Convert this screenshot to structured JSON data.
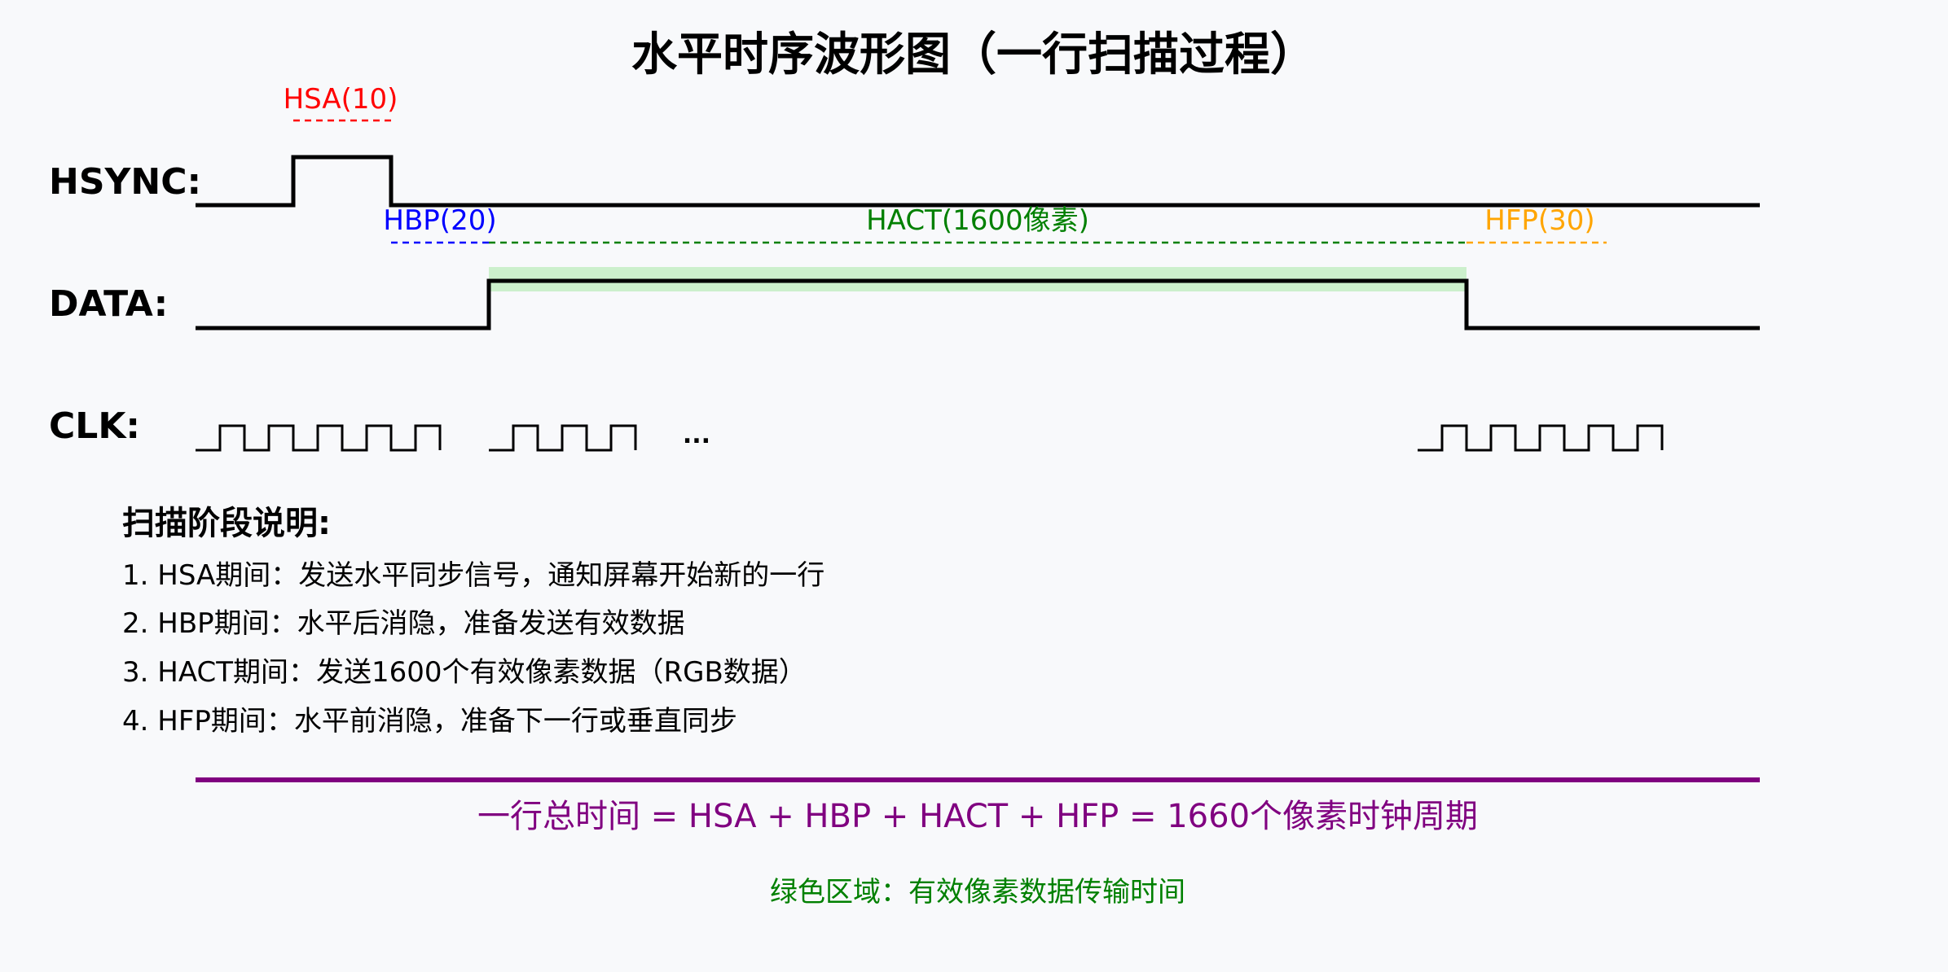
{
  "title": "水平时序波形图（一行扫描过程）",
  "signals": {
    "hsync": "HSYNC:",
    "data": "DATA:",
    "clk": "CLK:"
  },
  "segments": {
    "hsa": "HSA(10)",
    "hbp": "HBP(20)",
    "hact": "HACT(1600像素)",
    "hfp": "HFP(30)",
    "ellipsis": "..."
  },
  "notes": {
    "title": "扫描阶段说明:",
    "items": [
      "1. HSA期间：发送水平同步信号，通知屏幕开始新的一行",
      "2. HBP期间：水平后消隐，准备发送有效数据",
      "3. HACT期间：发送1600个有效像素数据（RGB数据）",
      "4. HFP期间：水平前消隐，准备下一行或垂直同步"
    ]
  },
  "formula": "一行总时间 = HSA + HBP + HACT + HFP = 1660个像素时钟周期",
  "legend_note": "绿色区域：有效像素数据传输时间",
  "colors": {
    "hsa": "#ff0000",
    "hbp": "#0000ff",
    "hact": "#008000",
    "hfp": "#ffa500",
    "formula": "#800080",
    "active_fill": "#ccf0cc",
    "line": "#000000"
  }
}
